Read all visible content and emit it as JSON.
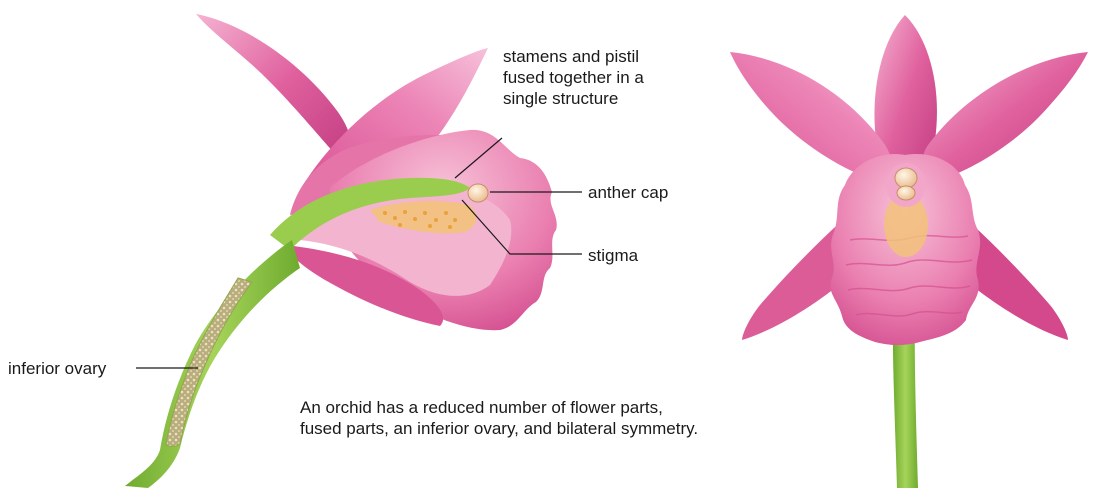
{
  "labels": {
    "stamens_pistil": [
      "stamens and pistil",
      "fused together in a",
      "single structure"
    ],
    "anther_cap": "anther cap",
    "stigma": "stigma",
    "inferior_ovary": "inferior ovary"
  },
  "caption": {
    "line1": "An orchid has a reduced number of flower parts,",
    "line2": "fused parts, an inferior ovary, and bilateral symmetry."
  },
  "colors": {
    "petal": "#e0619e",
    "petal_light": "#f3a9cc",
    "petal_dark": "#b8327a",
    "stem": "#8cc63f",
    "stem_dark": "#5e9a2a",
    "ovary": "#c8b98a",
    "pollen": "#f0b54a"
  }
}
